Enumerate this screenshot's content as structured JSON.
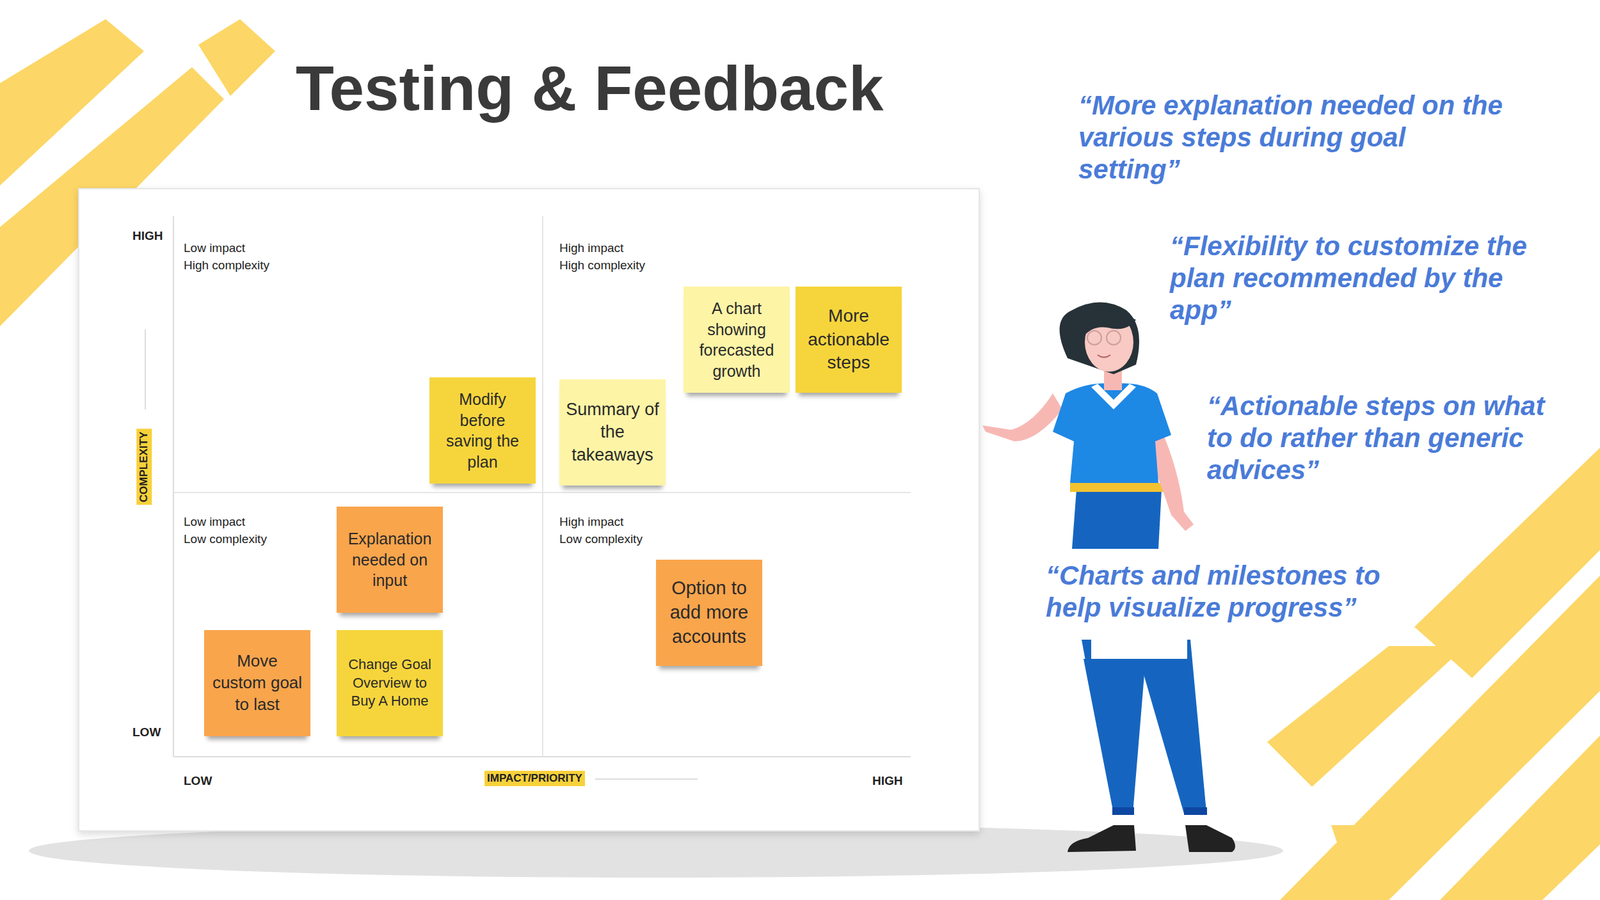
{
  "diagram": {
    "title": "Testing & Feedback",
    "nodes": [
      {
        "text": [
          "A chart showing forecasted growth"
        ]
      },
      {
        "text": [
          "More actionable steps"
        ]
      },
      {
        "text": [
          "Modify before saving the plan"
        ]
      },
      {
        "text": [
          "Summary of the takeaways"
        ]
      },
      {
        "text": [
          "Explanation needed on input"
        ]
      },
      {
        "text": [
          "Option to add more accounts"
        ]
      },
      {
        "text": [
          "Move custom goal to last"
        ]
      },
      {
        "text": [
          "Change Goal Overview to Buy A Home"
        ]
      }
    ],
    "labels": [
      "HIGH",
      "LOW",
      "COMPLEXITY",
      "LOW",
      "IMPACT/PRIORITY",
      "HIGH",
      "Low impact",
      "High complexity",
      "High impact",
      "High complexity",
      "Low impact",
      "Low complexity",
      "High impact",
      "Low complexity",
      "“More explanation needed on the various steps during goal setting”",
      "“Flexibility to customize the plan recommended by the app”",
      "“Actionable steps on what to do rather than generic advices”",
      "“Charts and milestones to help visualize progress”"
    ]
  }
}
